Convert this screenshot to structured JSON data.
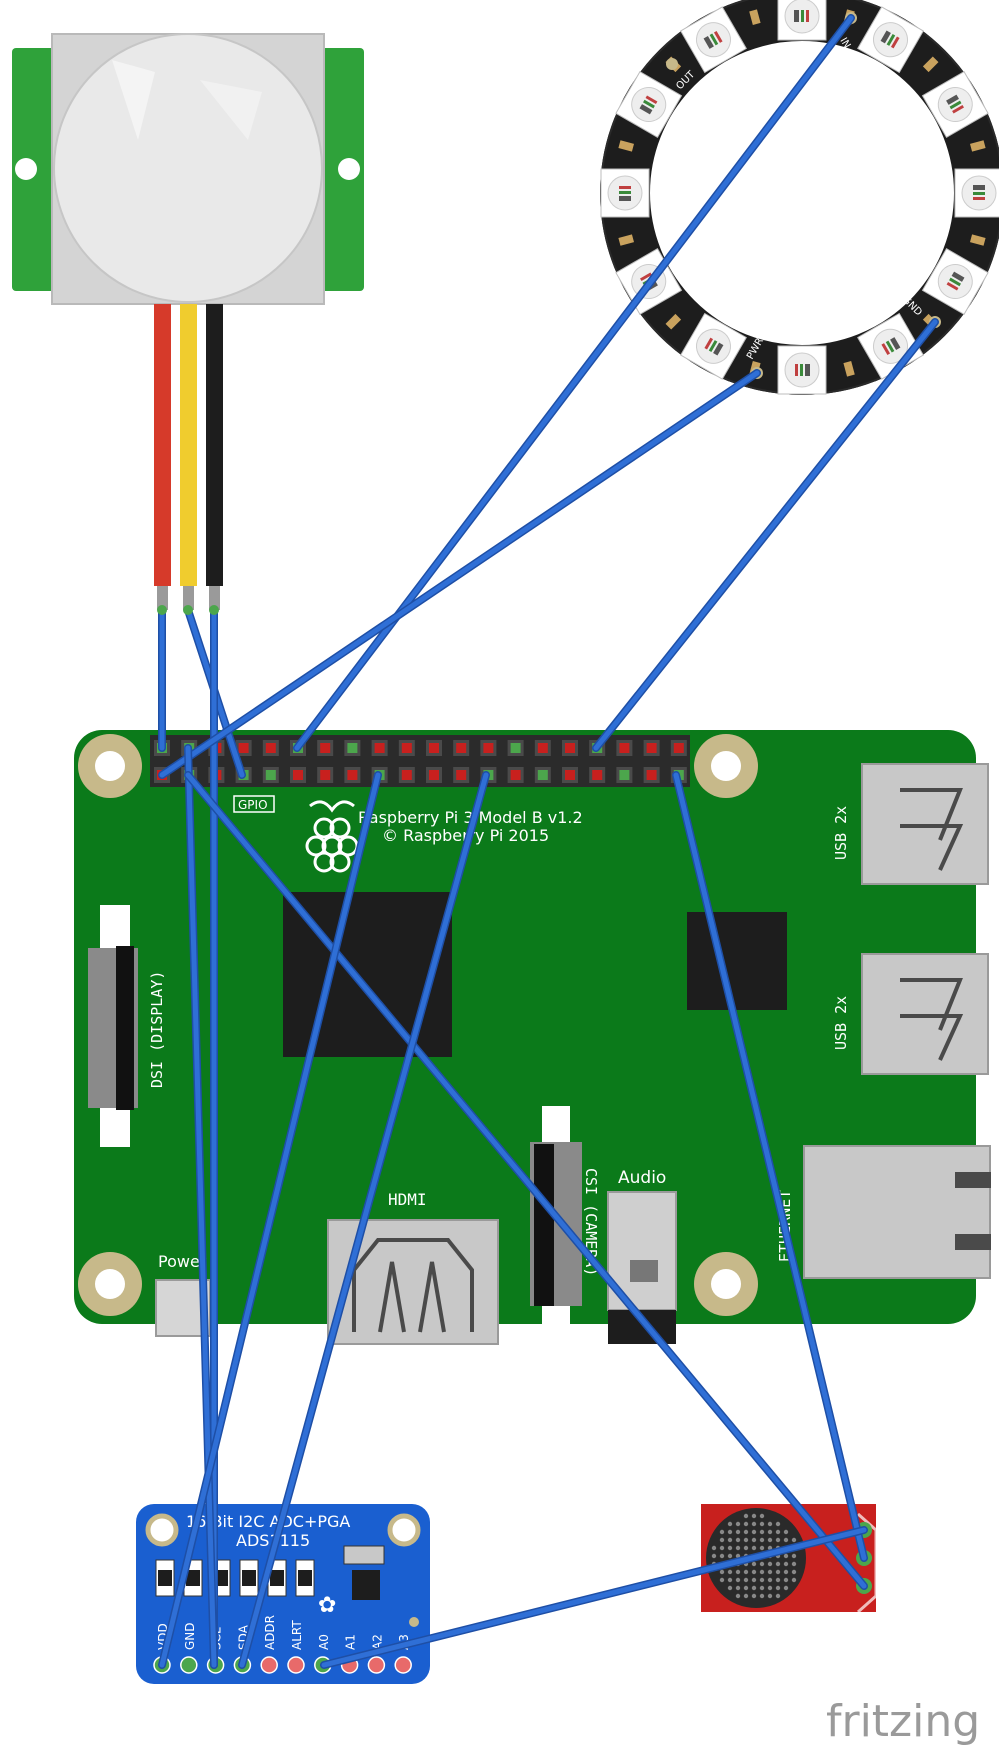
{
  "raspberry_pi": {
    "model_line": "Raspberry Pi 3 Model B v1.2",
    "copyright_line": "© Raspberry Pi 2015",
    "gpio_label": "GPIO",
    "dsi_label": "DSI (DISPLAY)",
    "csi_label": "CSI (CAMERA)",
    "hdmi_label": "HDMI",
    "audio_label": "Audio",
    "power_label": "Power",
    "usb_top_label": "USB 2x",
    "usb_bottom_label": "USB 2x",
    "ethernet_label": "ETHERNET"
  },
  "neopixel_ring": {
    "in_label": "IN",
    "out_label": "OUT",
    "pwr_label": "PWR",
    "gnd_label": "GND"
  },
  "adc_board": {
    "title_line1": "16-Bit I2C ADC+PGA",
    "title_line2": "ADS1115",
    "pins": [
      "VDD",
      "GND",
      "SCL",
      "SDA",
      "ADDR",
      "ALRT",
      "A0",
      "A1",
      "A2",
      "A3"
    ]
  },
  "branding": {
    "logo": "fritzing"
  },
  "colors": {
    "wire": "#2f6fd6",
    "pi_board": "#0b7a1a",
    "pir_board": "#2fa23a",
    "adc_board": "#1a5fd0",
    "mic_board": "#c8201e",
    "ring": "#1d1d1d"
  }
}
